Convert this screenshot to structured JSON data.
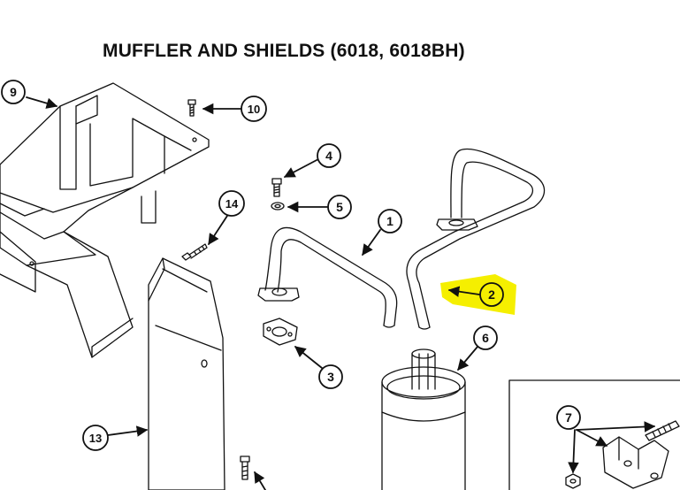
{
  "title": "MUFFLER AND SHIELDS (6018, 6018BH)",
  "callouts": [
    "1",
    "2",
    "3",
    "4",
    "5",
    "6",
    "7",
    "9",
    "10",
    "13",
    "14"
  ],
  "highlight_color": "#f5ef00",
  "line_color": "#111111"
}
